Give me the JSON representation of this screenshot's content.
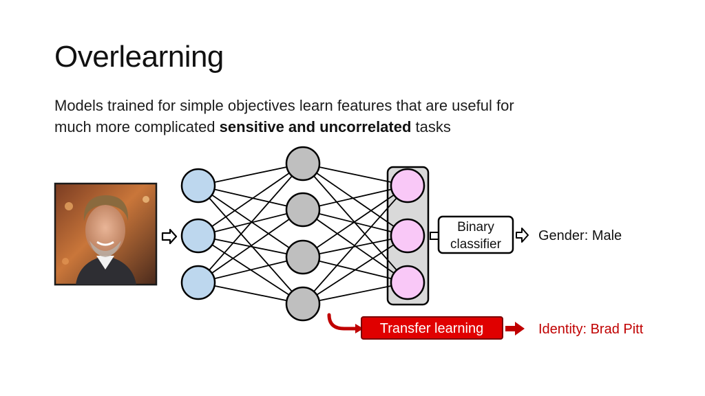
{
  "slide": {
    "title": "Overlearning",
    "subtitle": {
      "line1": "Models trained for simple objectives learn features that are useful for",
      "line2_prefix": "much more complicated ",
      "line2_emphasis": "sensitive and uncorrelated",
      "line2_suffix": " tasks"
    }
  },
  "diagram": {
    "photo_alt": "Portrait photo of Brad Pitt",
    "classifier_label_line1": "Binary",
    "classifier_label_line2": "classifier",
    "classifier_output": "Gender: Male",
    "transfer_label": "Transfer learning",
    "transfer_output": "Identity: Brad Pitt"
  },
  "colors": {
    "input_node": "#bdd7ee",
    "hidden_node": "#bfbfbf",
    "output_node": "#f9c8f7",
    "output_group_bg": "#d9d9d9",
    "transfer": "#c00000",
    "transfer_text": "#ffffff"
  }
}
